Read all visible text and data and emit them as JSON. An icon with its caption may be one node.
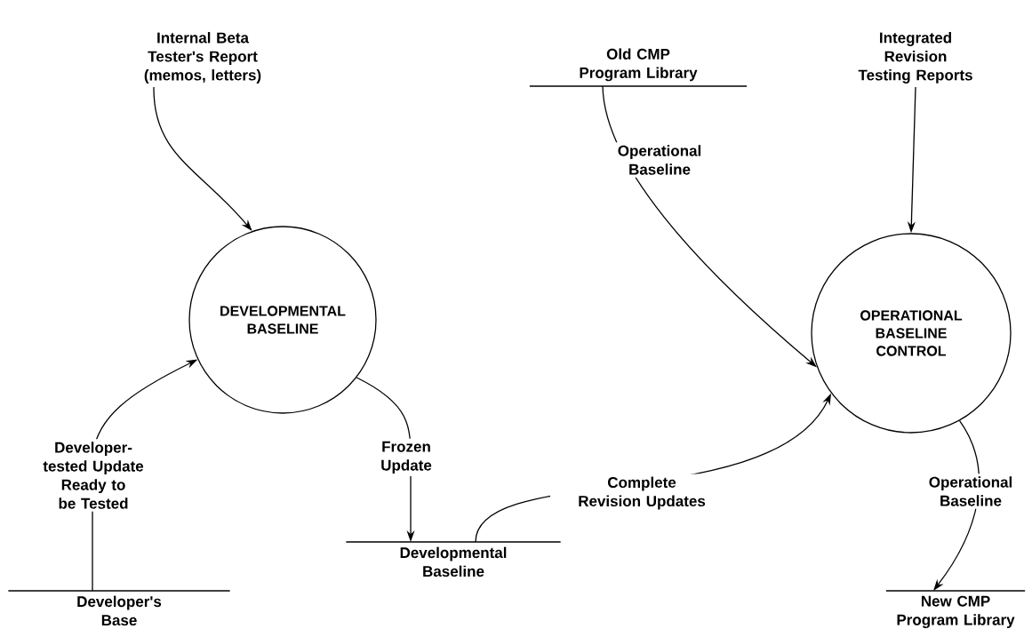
{
  "diagram": {
    "nodes": [
      {
        "text": [
          "Internal Beta Tester's Report (memos, letters)"
        ]
      },
      {
        "text": [
          "DEVELOPMENTAL BASELINE"
        ]
      },
      {
        "text": [
          "Developer's Base"
        ]
      },
      {
        "text": [
          "Developmental Baseline"
        ]
      },
      {
        "text": [
          "Old CMP Program Library"
        ]
      },
      {
        "text": [
          "Integrated Revision Testing Reports"
        ]
      },
      {
        "text": [
          "OPERATIONAL BASELINE CONTROL"
        ]
      },
      {
        "text": [
          "New CMP Program Library"
        ]
      }
    ],
    "edges": [
      {
        "from": 0,
        "to": 1,
        "arrow": "to"
      },
      {
        "from": 2,
        "to": 1,
        "arrow": "to",
        "label": "Developer-tested Update Ready to be Tested"
      },
      {
        "from": 1,
        "to": 3,
        "arrow": "to",
        "label": "Frozen Update"
      },
      {
        "from": 4,
        "to": 6,
        "arrow": "to",
        "label": "Operational Baseline"
      },
      {
        "from": 5,
        "to": 6,
        "arrow": "to"
      },
      {
        "from": 3,
        "to": 6,
        "arrow": "to",
        "label": "Complete Revision Updates"
      },
      {
        "from": 6,
        "to": 7,
        "arrow": "to",
        "label": "Operational Baseline"
      }
    ]
  }
}
